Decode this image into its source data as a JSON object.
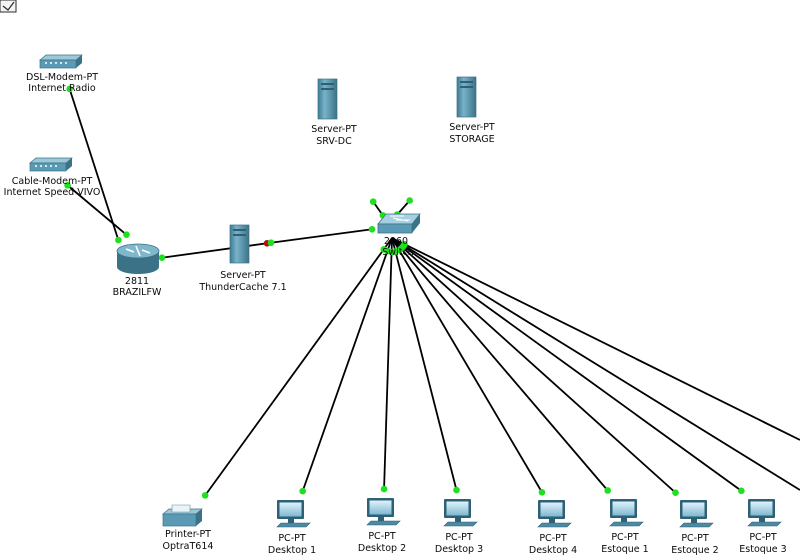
{
  "colors": {
    "cable": "#000000",
    "link_up": "#1ee01e",
    "link_down": "#b01010",
    "device_fill": "#5b9ab4",
    "device_dark": "#3c7288",
    "device_light": "#9cc8da"
  },
  "devices": [
    {
      "id": "dsl",
      "icon": "dsl-modem-icon",
      "type_label": "DSL-Modem-PT",
      "name_label": "Internet Radio"
    },
    {
      "id": "cable",
      "icon": "cable-modem-icon",
      "type_label": "Cable-Modem-PT",
      "name_label": "Internet Speed VIVO"
    },
    {
      "id": "router",
      "icon": "router-icon",
      "type_label": "2811",
      "name_label": "BRAZILFW"
    },
    {
      "id": "cache",
      "icon": "server-icon",
      "type_label": "Server-PT",
      "name_label": "ThunderCache 7.1"
    },
    {
      "id": "srvdc",
      "icon": "server-icon",
      "type_label": "Server-PT",
      "name_label": "SRV-DC"
    },
    {
      "id": "storage",
      "icon": "server-icon",
      "type_label": "Server-PT",
      "name_label": "STORAGE"
    },
    {
      "id": "switch",
      "icon": "switch-icon",
      "type_label": "2960",
      "name_label": "Switch"
    },
    {
      "id": "printer",
      "icon": "printer-icon",
      "type_label": "Printer-PT",
      "name_label": "OptraT614"
    },
    {
      "id": "d1",
      "icon": "pc-icon",
      "type_label": "PC-PT",
      "name_label": "Desktop 1"
    },
    {
      "id": "d2",
      "icon": "pc-icon",
      "type_label": "PC-PT",
      "name_label": "Desktop 2"
    },
    {
      "id": "d3",
      "icon": "pc-icon",
      "type_label": "PC-PT",
      "name_label": "Desktop 3"
    },
    {
      "id": "d4",
      "icon": "pc-icon",
      "type_label": "PC-PT",
      "name_label": "Desktop 4"
    },
    {
      "id": "e1",
      "icon": "pc-icon",
      "type_label": "PC-PT",
      "name_label": "Estoque 1"
    },
    {
      "id": "e2",
      "icon": "pc-icon",
      "type_label": "PC-PT",
      "name_label": "Estoque 2"
    },
    {
      "id": "e3",
      "icon": "pc-icon",
      "type_label": "PC-PT",
      "name_label": "Estoque 3"
    }
  ],
  "links": [
    {
      "from": "dsl",
      "to": "router",
      "from_status": "up",
      "to_status": "up"
    },
    {
      "from": "cable",
      "to": "router",
      "from_status": "up",
      "to_status": "up"
    },
    {
      "from": "router",
      "to": "cache",
      "from_status": "up",
      "to_status": "down"
    },
    {
      "from": "cache",
      "to": "switch",
      "from_status": "up",
      "to_status": "up"
    },
    {
      "from": "srvdc",
      "to": "switch",
      "from_status": "up",
      "to_status": "up"
    },
    {
      "from": "storage",
      "to": "switch",
      "from_status": "up",
      "to_status": "up"
    },
    {
      "from": "switch",
      "to": "printer",
      "from_status": "up",
      "to_status": "up"
    },
    {
      "from": "switch",
      "to": "d1",
      "from_status": "up",
      "to_status": "up"
    },
    {
      "from": "switch",
      "to": "d2",
      "from_status": "up",
      "to_status": "up"
    },
    {
      "from": "switch",
      "to": "d3",
      "from_status": "up",
      "to_status": "up"
    },
    {
      "from": "switch",
      "to": "d4",
      "from_status": "up",
      "to_status": "up"
    },
    {
      "from": "switch",
      "to": "e1",
      "from_status": "up",
      "to_status": "up"
    },
    {
      "from": "switch",
      "to": "e2",
      "from_status": "up",
      "to_status": "up"
    },
    {
      "from": "switch",
      "to": "e3",
      "from_status": "up",
      "to_status": "up"
    },
    {
      "from": "switch",
      "to": "offscreen-1",
      "from_status": "up",
      "to_status": "up"
    },
    {
      "from": "switch",
      "to": "offscreen-2",
      "from_status": "up",
      "to_status": "up"
    }
  ]
}
